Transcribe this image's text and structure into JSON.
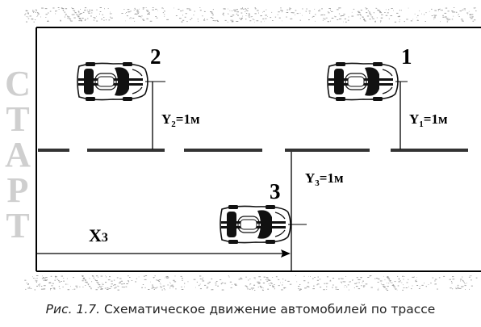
{
  "start_label": [
    "С",
    "Т",
    "А",
    "Р",
    "Т"
  ],
  "cars": [
    {
      "number": "2",
      "distance_label": "Y",
      "distance_index": "2",
      "distance_value": "=1м"
    },
    {
      "number": "1",
      "distance_label": "Y",
      "distance_index": "1",
      "distance_value": "=1м"
    },
    {
      "number": "3",
      "distance_label": "Y",
      "distance_index": "3",
      "distance_value": "=1м"
    }
  ],
  "x_measure": {
    "label": "X",
    "index": "3"
  },
  "caption": {
    "figure": "Рис. 1.7.",
    "text": "Схематическое движение автомобилей по трассе"
  },
  "colors": {
    "line": "#000000",
    "start_text": "#cfcfcf",
    "car_body": "#ffffff",
    "car_dark": "#111111"
  }
}
